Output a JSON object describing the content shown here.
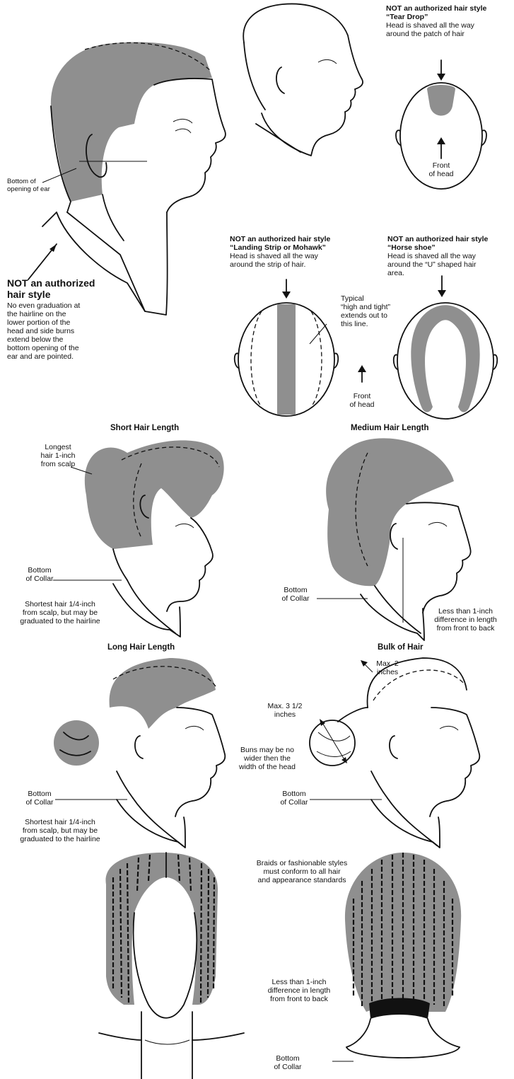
{
  "figure_men": {
    "ear_label": [
      "Bottom of",
      "opening of ear"
    ],
    "not_authorized": {
      "heading": [
        "NOT an authorized",
        "hair style"
      ],
      "body": [
        "No even graduation at",
        "the hairline on the",
        "lower portion of the",
        "head and side burns",
        "extend below the",
        "bottom opening of the",
        "ear and are pointed."
      ]
    }
  },
  "tear_drop": {
    "heading": "NOT an authorized hair style",
    "name": "“Tear Drop”",
    "body": [
      "Head is shaved all the way",
      "around the patch of hair"
    ],
    "front_label": [
      "Front",
      "of head"
    ]
  },
  "mohawk": {
    "heading": "NOT an authorized hair style",
    "name": "“Landing Strip or Mohawk”",
    "body": [
      "Head is shaved all the way",
      "around the strip of hair."
    ],
    "typical_label": [
      "Typical",
      "“high and tight”",
      "extends out to",
      "this line."
    ],
    "front_label": [
      "Front",
      "of head"
    ]
  },
  "horse_shoe": {
    "heading": "NOT an authorized hair style",
    "name": "“Horse shoe”",
    "body": [
      "Head is shaved all the way",
      "around the “U” shaped hair",
      "area."
    ]
  },
  "short_hair": {
    "title": "Short Hair Length",
    "longest_label": [
      "Longest",
      "hair 1-inch",
      "from scalp"
    ],
    "collar_label": [
      "Bottom",
      "of Collar"
    ],
    "shortest_label": [
      "Shortest hair 1/4-inch",
      "from scalp, but may be",
      "graduated to the hairline"
    ]
  },
  "medium_hair": {
    "title": "Medium Hair Length",
    "collar_label": [
      "Bottom",
      "of Collar"
    ],
    "diff_label": [
      "Less than 1-inch",
      "difference in length",
      "from front to back"
    ]
  },
  "long_hair": {
    "title": "Long Hair Length",
    "collar_label": [
      "Bottom",
      "of Collar"
    ],
    "shortest_label": [
      "Shortest hair 1/4-inch",
      "from scalp, but may be",
      "graduated to the hairline"
    ]
  },
  "bulk_hair": {
    "title": "Bulk of Hair",
    "max2_label": [
      "Max. 2",
      "inches"
    ],
    "max35_label": [
      "Max. 3 1/2",
      "inches"
    ],
    "buns_label": [
      "Buns may be no",
      "wider then the",
      "width of the head"
    ],
    "collar_label": [
      "Bottom",
      "of Collar"
    ]
  },
  "braids": {
    "conform_label": [
      "Braids or fashionable styles",
      "must conform to all hair",
      "and appearance standards"
    ],
    "diff_label": [
      "Less than 1-inch",
      "difference in length",
      "from front to back"
    ],
    "collar_label": [
      "Bottom",
      "of Collar"
    ]
  },
  "colors": {
    "hair_gray": "#8f8f8f",
    "ink": "#111111"
  }
}
